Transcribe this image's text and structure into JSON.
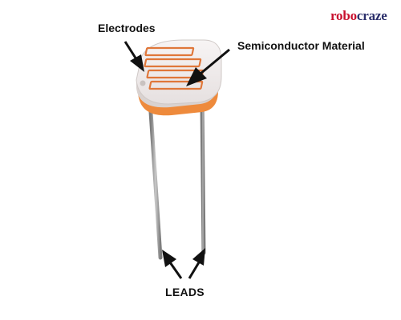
{
  "labels": {
    "electrodes": "Electrodes",
    "semiconductor": "Semiconductor Material",
    "leads": "LEADS"
  },
  "logo": {
    "text": "robocraze",
    "part1": "robo",
    "part2": "craze",
    "part1_color": "#c8102e",
    "part2_color": "#2b2f6b"
  },
  "colors": {
    "body_face": "#f2eeee",
    "body_side": "#d9d2d0",
    "electrode_track": "#e0773a",
    "base_rim": "#ee8a3c",
    "lead": "#9a9a9a",
    "arrow": "#111111"
  }
}
